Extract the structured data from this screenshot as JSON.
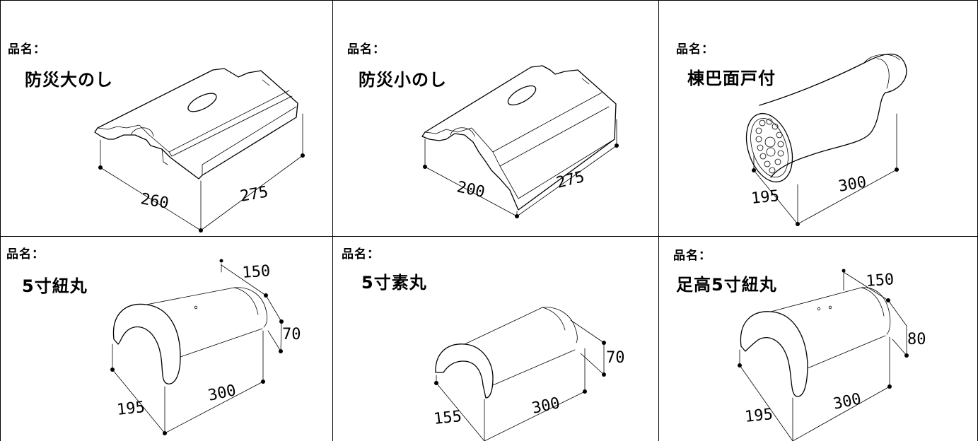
{
  "catalog": {
    "label_prefix": "品名：",
    "items": [
      {
        "name": "防災大のし",
        "icon": "ridge-tile-large-icon",
        "dims": [
          "260",
          "275"
        ]
      },
      {
        "name": "防災小のし",
        "icon": "ridge-tile-small-icon",
        "dims": [
          "200",
          "275"
        ]
      },
      {
        "name": "棟巴面戸付",
        "icon": "ridge-end-tile-icon",
        "dims": [
          "195",
          "300"
        ]
      },
      {
        "name": "5寸紐丸",
        "icon": "round-ridge-tile-icon",
        "dims": [
          "150",
          "70",
          "195",
          "300"
        ]
      },
      {
        "name": "5寸素丸",
        "icon": "plain-round-ridge-tile-icon",
        "dims": [
          "70",
          "155",
          "300"
        ]
      },
      {
        "name": "足高5寸紐丸",
        "icon": "tall-round-ridge-tile-icon",
        "dims": [
          "150",
          "80",
          "195",
          "300"
        ]
      }
    ]
  }
}
